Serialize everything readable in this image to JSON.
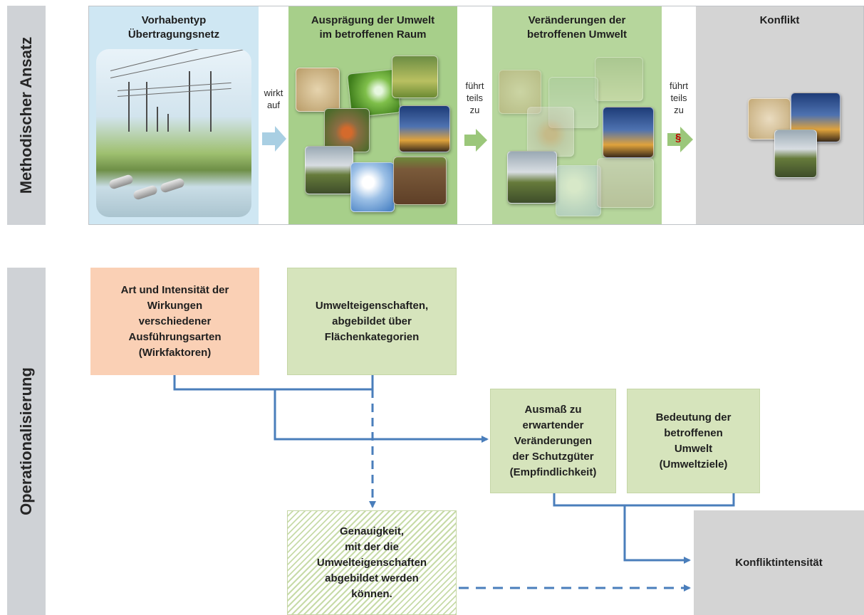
{
  "side_labels": {
    "top": "Methodischer Ansatz",
    "bottom": "Operationalisierung"
  },
  "top_panels": [
    {
      "title_line1": "Vorhabentyp",
      "title_line2": "Übertragungsnetz"
    },
    {
      "title_line1": "Ausprägung der Umwelt",
      "title_line2": "im betroffenen Raum"
    },
    {
      "title_line1": "Veränderungen der",
      "title_line2": "betroffenen Umwelt"
    },
    {
      "title_line1": "Konflikt",
      "title_line2": ""
    }
  ],
  "connectors": [
    {
      "line1": "wirkt",
      "line2": "auf",
      "line3": ""
    },
    {
      "line1": "führt",
      "line2": "teils",
      "line3": "zu"
    },
    {
      "line1": "führt",
      "line2": "teils",
      "line3": "zu",
      "symbol": "§"
    }
  ],
  "boxes": {
    "wirkfaktoren": [
      "Art und Intensität der",
      "Wirkungen",
      "verschiedener",
      "Ausführungsarten",
      "(Wirkfaktoren)"
    ],
    "umwelteigenschaften": [
      "Umwelteigenschaften,",
      "abgebildet über",
      "Flächenkategorien"
    ],
    "ausmass": [
      "Ausmaß zu",
      "erwartender",
      "Veränderungen",
      "der Schutzgüter",
      "(Empfindlichkeit)"
    ],
    "bedeutung": [
      "Bedeutung der",
      "betroffenen",
      "Umwelt",
      "(Umweltziele)"
    ],
    "genauigkeit": [
      "Genauigkeit,",
      "mit der die",
      "Umwelteigenschaften",
      "abgebildet werden",
      "können."
    ],
    "konfliktintensitaet": [
      "Konfliktintensität"
    ]
  },
  "colors": {
    "sidebar": "#cfd2d6",
    "panel_blue": "#cfe7f3",
    "panel_green": "#a7cf8a",
    "panel_grey": "#d4d4d4",
    "box_orange": "#fad0b5",
    "box_green": "#d6e4bc",
    "connector_line": "#4a7ebb",
    "arrow_fill_blue": "#a9cfe3",
    "arrow_fill_green": "#9bc77a",
    "paragraph_red": "#c00000"
  },
  "icons": [
    "pylon-icon",
    "pipe-icon",
    "vitruvian-man-icon",
    "robin-bird-icon",
    "water-drop-icon",
    "meadow-icon",
    "cathedral-icon",
    "clouds-icon",
    "soil-icon",
    "moor-landscape-icon"
  ]
}
